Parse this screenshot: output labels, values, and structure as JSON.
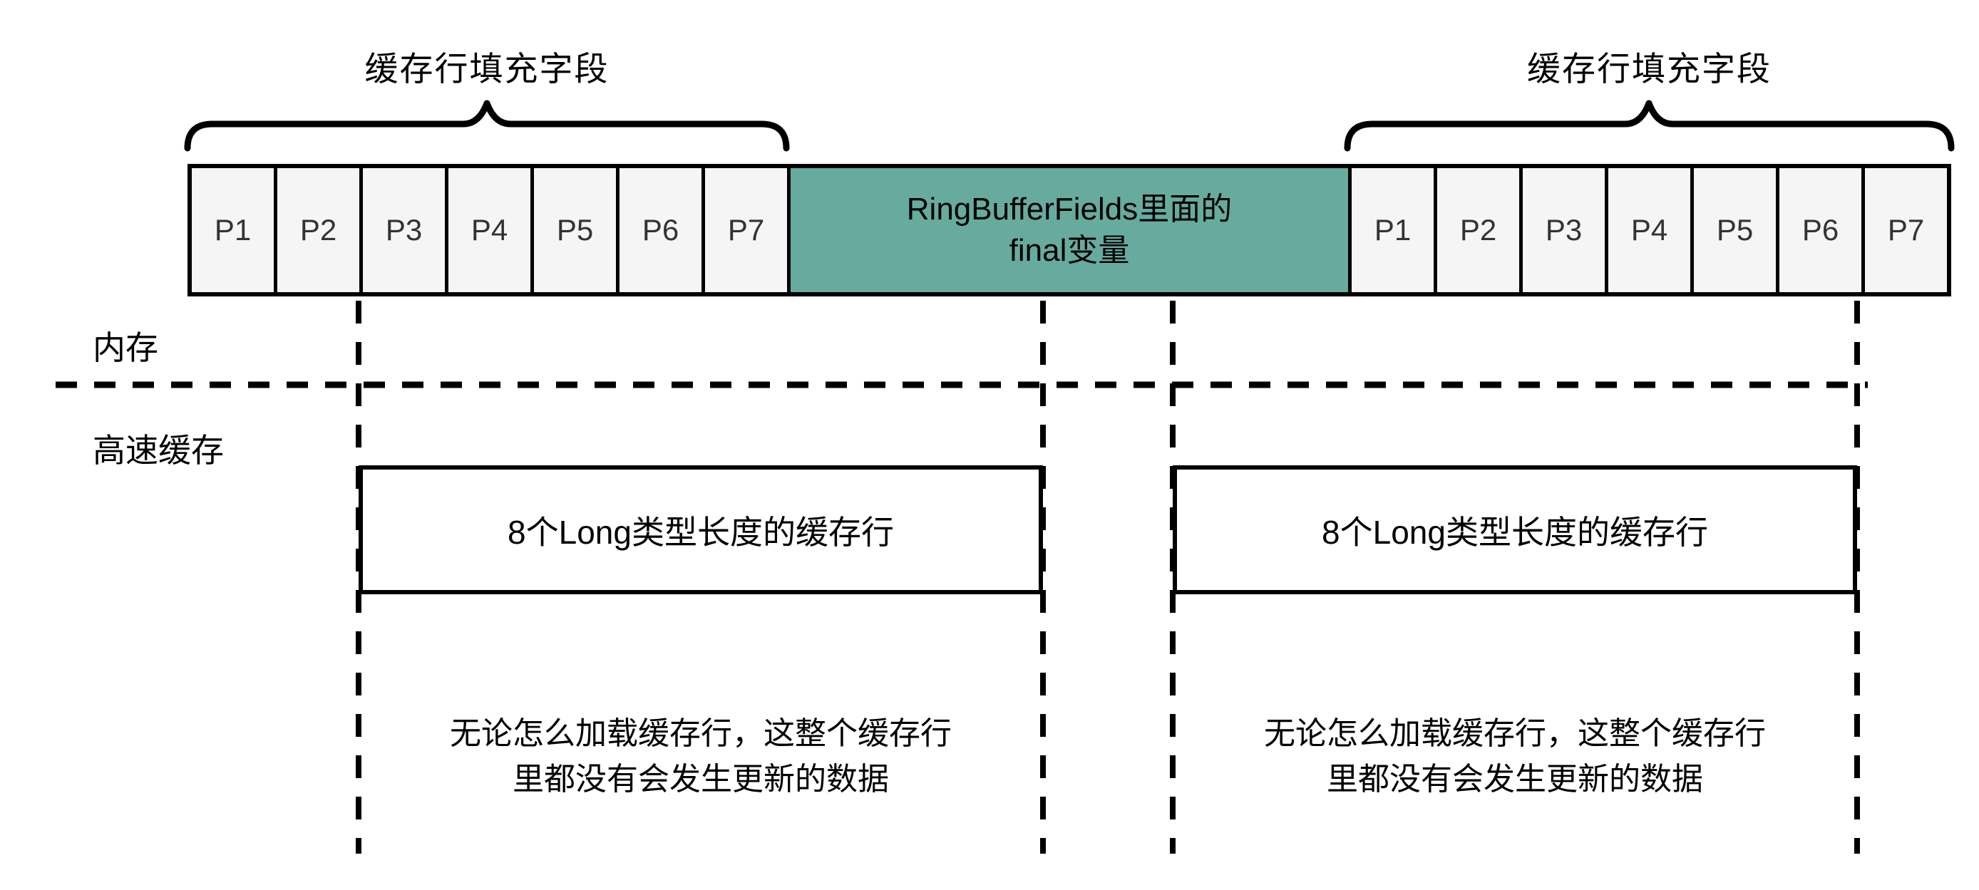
{
  "colors": {
    "teal_block": "#67AB9F",
    "cell_fill": "#f5f5f5",
    "line": "#000000",
    "cell_text": "#333333",
    "background": "#ffffff"
  },
  "top_labels": {
    "left": "缓存行填充字段",
    "right": "缓存行填充字段"
  },
  "memory_row": {
    "left_cells": [
      "P1",
      "P2",
      "P3",
      "P4",
      "P5",
      "P6",
      "P7"
    ],
    "center_line1": "RingBufferFields里面的",
    "center_line2": "final变量",
    "right_cells": [
      "P1",
      "P2",
      "P3",
      "P4",
      "P5",
      "P6",
      "P7"
    ]
  },
  "side_labels": {
    "memory": "内存",
    "cache": "高速缓存"
  },
  "cache_lines": {
    "left_box": "8个Long类型长度的缓存行",
    "right_box": "8个Long类型长度的缓存行"
  },
  "notes": {
    "left_line1": "无论怎么加载缓存行，这整个缓存行",
    "left_line2": "里都没有会发生更新的数据",
    "right_line1": "无论怎么加载缓存行，这整个缓存行",
    "right_line2": "里都没有会发生更新的数据"
  }
}
